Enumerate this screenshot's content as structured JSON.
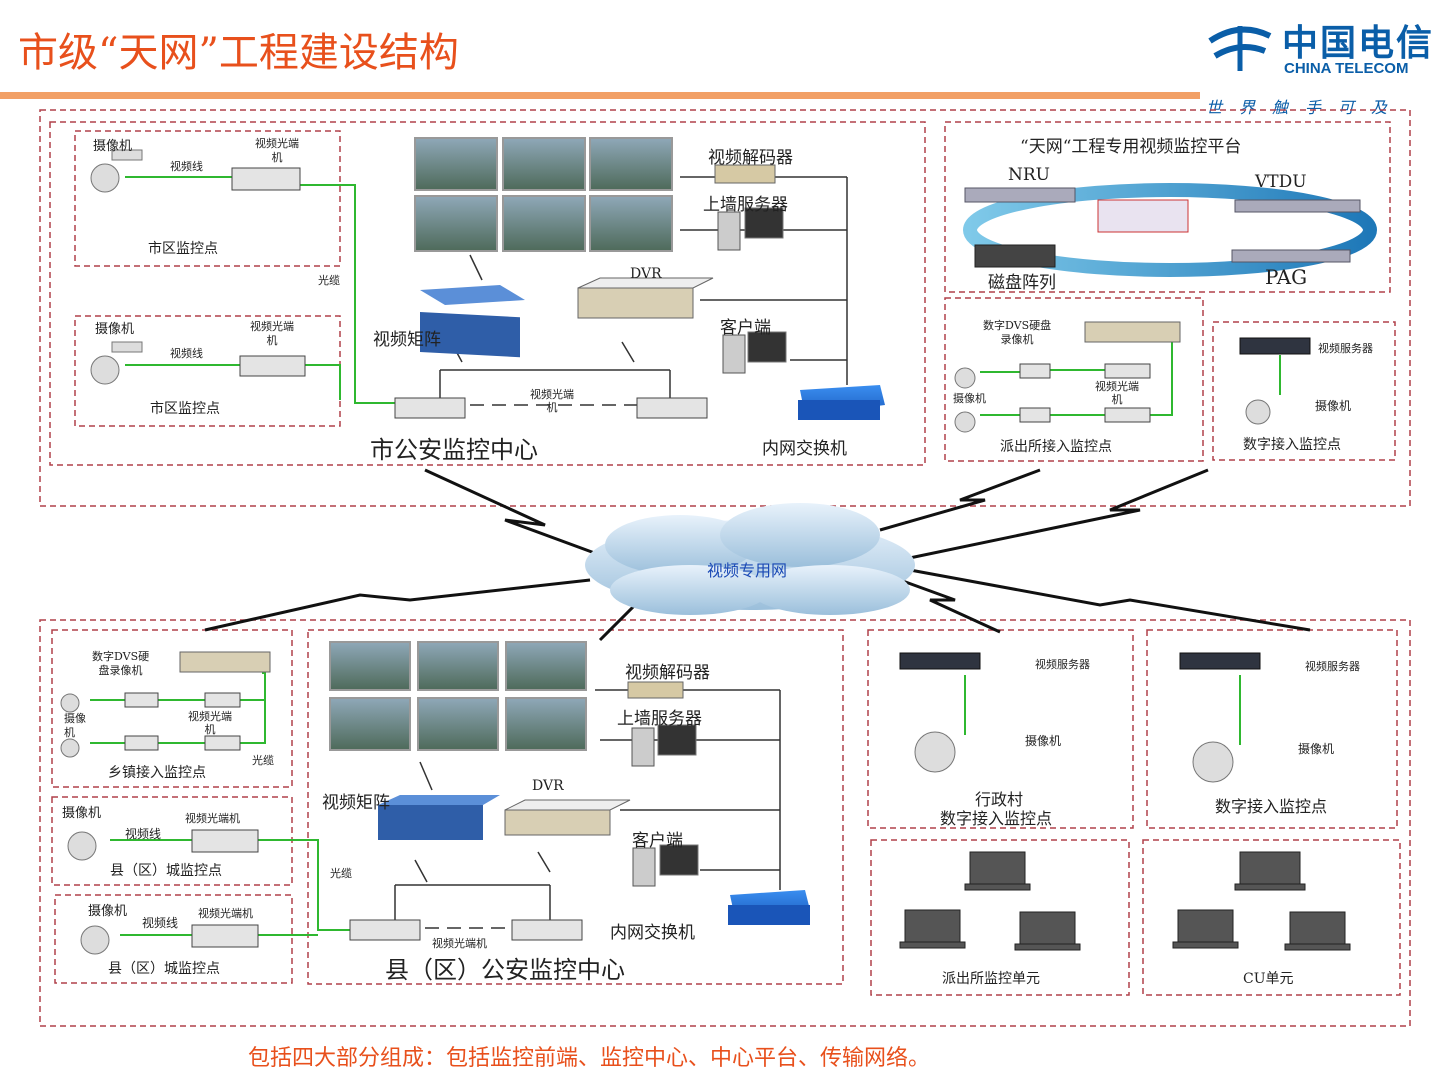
{
  "header": {
    "title": "市级“天网”工程建设结构",
    "logo_cn": "中国电信",
    "logo_en": "CHINA TELECOM",
    "logo_slogan": "世界触手可及"
  },
  "city_center": {
    "camera": "摄像机",
    "video_line": "视频线",
    "fiber_transceiver": "视频光端机",
    "fiber_transceiver_split": "视频光端\n机",
    "site": "市区监控点",
    "fiber": "光缆",
    "decoder": "视频解码器",
    "wall_server": "上墙服务器",
    "dvr": "DVR",
    "matrix": "视频矩阵",
    "client": "客户端",
    "switch": "内网交换机",
    "center_name": "市公安监控中心"
  },
  "platform": {
    "title": "“天网“工程专用视频监控平台",
    "nru": "NRU",
    "vtdu": "VTDU",
    "disk": "磁盘阵列",
    "pag": "PAG"
  },
  "police_station": {
    "dvs": "数字DVS硬盘录像机",
    "camera": "摄像机",
    "transceiver": "视频光端机",
    "site": "派出所接入监控点"
  },
  "digital_access": {
    "server": "视频服务器",
    "camera": "摄像机",
    "site": "数字接入监控点"
  },
  "network": {
    "cloud": "视频专用网"
  },
  "county_center": {
    "dvs": "数字DVS硬盘录像机",
    "camera_split": "摄像机",
    "transceiver": "视频光端机",
    "town_site": "乡镇接入监控点",
    "fiber": "光缆",
    "camera": "摄像机",
    "video_line": "视频线",
    "county_site": "县（区）城监控点",
    "decoder": "视频解码器",
    "wall_server": "上墙服务器",
    "matrix": "视频矩阵",
    "dvr": "DVR",
    "client": "客户端",
    "switch": "内网交换机",
    "center_name": "县（区）公安监控中心"
  },
  "village": {
    "server": "视频服务器",
    "camera": "摄像机",
    "site_line1": "行政村",
    "site_line2": "数字接入监控点"
  },
  "digital_access2": {
    "server": "视频服务器",
    "camera": "摄像机",
    "site": "数字接入监控点"
  },
  "units": {
    "station_unit": "派出所监控单元",
    "cu_unit": "CU单元"
  },
  "footer": "包括四大部分组成：包括监控前端、监控中心、中心平台、传输网络。",
  "colors": {
    "accent": "#e8501c",
    "brand": "#0a5ea8",
    "dashed": "#b0404a",
    "green_line": "#2fb830"
  }
}
